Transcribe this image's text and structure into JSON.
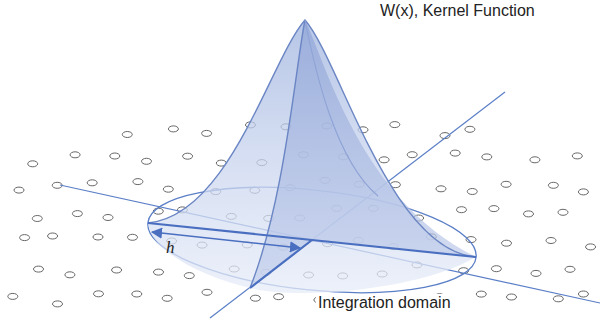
{
  "diagram": {
    "labels": [
      "W(x), Kernel Function",
      "h",
      "Integration domain"
    ]
  }
}
